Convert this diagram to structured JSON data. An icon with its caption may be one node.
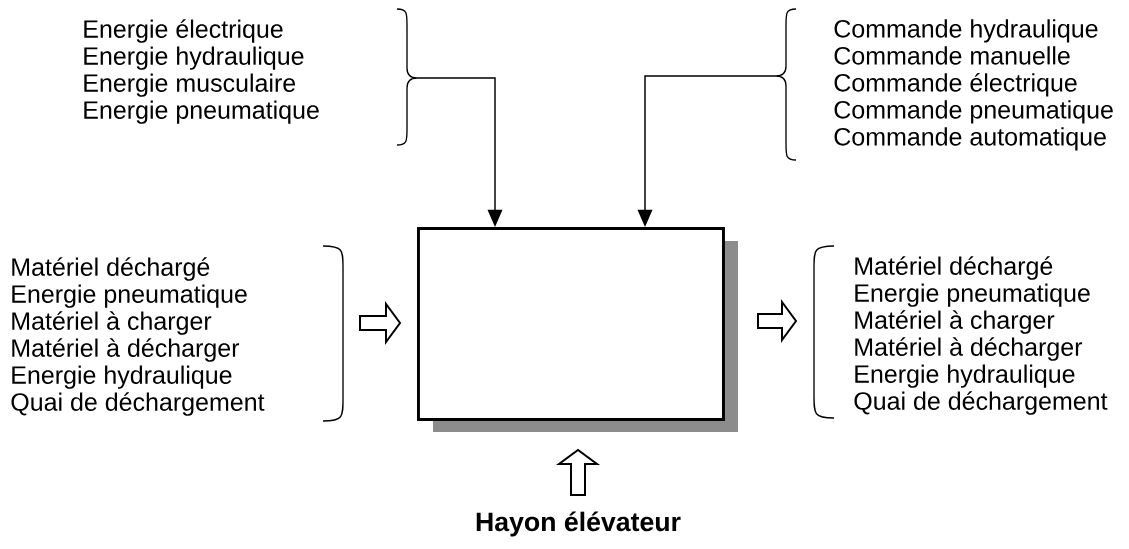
{
  "diagram": {
    "nodes": [
      {
        "text": [
          "Energie électrique",
          "Energie hydraulique",
          "Energie musculaire",
          "Energie pneumatique"
        ]
      },
      {
        "text": [
          "Commande hydraulique",
          "Commande manuelle",
          "Commande électrique",
          "Commande pneumatique",
          "Commande automatique"
        ]
      },
      {
        "text": [],
        "shape": "box"
      },
      {
        "text": [
          "Matériel déchargé",
          "Energie pneumatique",
          "Matériel à charger",
          "Matériel à décharger",
          "Energie hydraulique",
          "Quai de déchargement"
        ]
      },
      {
        "text": [
          "Matériel déchargé",
          "Energie pneumatique",
          "Matériel à charger",
          "Matériel à décharger",
          "Energie hydraulique",
          "Quai de déchargement"
        ]
      },
      {
        "text": [
          "Hayon élévateur"
        ]
      }
    ],
    "edges": [
      {
        "from": 0,
        "to": 2,
        "arrow": "to"
      },
      {
        "from": 1,
        "to": 2,
        "arrow": "to"
      },
      {
        "from": 3,
        "to": 2,
        "arrow": "to",
        "style": "thick"
      },
      {
        "from": 2,
        "to": 4,
        "arrow": "to",
        "style": "thick"
      },
      {
        "from": 5,
        "to": 2,
        "arrow": "to",
        "style": "thick"
      }
    ]
  }
}
